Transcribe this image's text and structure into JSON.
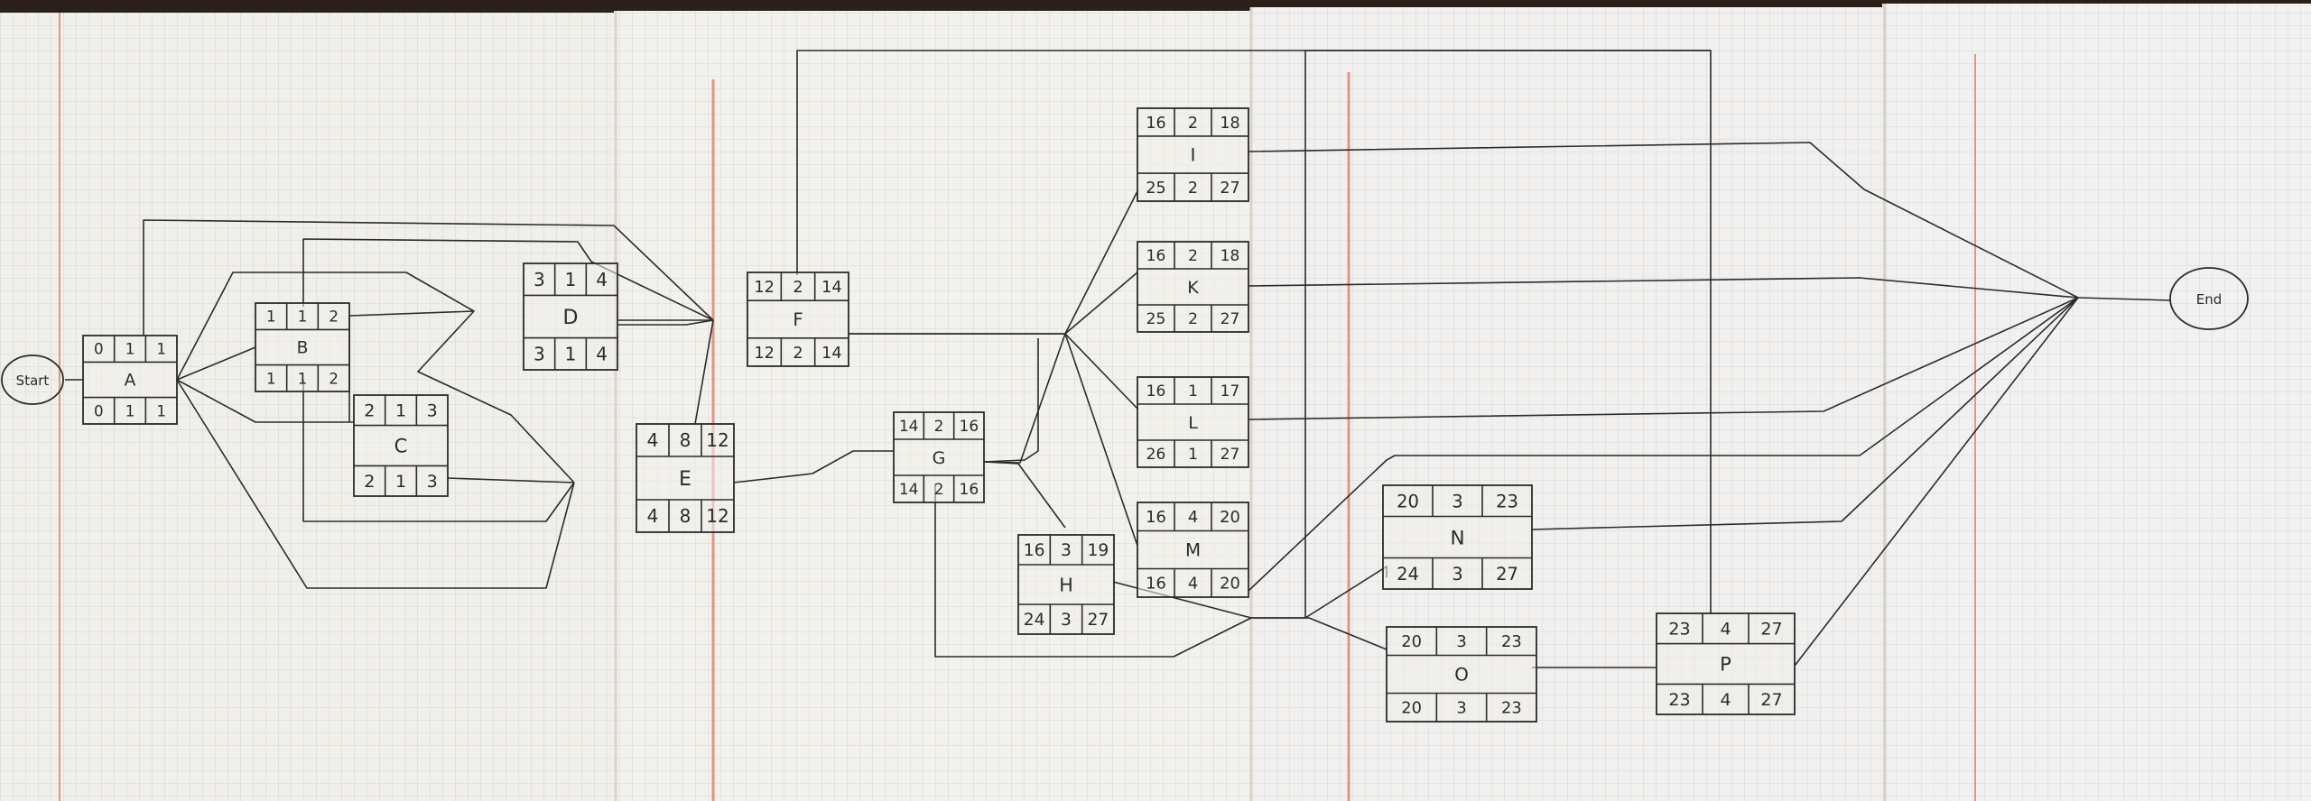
{
  "diagram": {
    "start_label": "Start",
    "end_label": "End",
    "nodes": [
      {
        "id": "A",
        "es": "0",
        "dur": "1",
        "ef": "1",
        "ls": "0",
        "ldur": "1",
        "lf": "1"
      },
      {
        "id": "B",
        "es": "1",
        "dur": "1",
        "ef": "2",
        "ls": "1",
        "ldur": "1",
        "lf": "2"
      },
      {
        "id": "C",
        "es": "2",
        "dur": "1",
        "ef": "3",
        "ls": "2",
        "ldur": "1",
        "lf": "3"
      },
      {
        "id": "D",
        "es": "3",
        "dur": "1",
        "ef": "4",
        "ls": "3",
        "ldur": "1",
        "lf": "4"
      },
      {
        "id": "E",
        "es": "4",
        "dur": "8",
        "ef": "12",
        "ls": "4",
        "ldur": "8",
        "lf": "12"
      },
      {
        "id": "F",
        "es": "12",
        "dur": "2",
        "ef": "14",
        "ls": "12",
        "ldur": "2",
        "lf": "14"
      },
      {
        "id": "G",
        "es": "14",
        "dur": "2",
        "ef": "16",
        "ls": "14",
        "ldur": "2",
        "lf": "16"
      },
      {
        "id": "H",
        "es": "16",
        "dur": "3",
        "ef": "19",
        "ls": "24",
        "ldur": "3",
        "lf": "27"
      },
      {
        "id": "I",
        "es": "16",
        "dur": "2",
        "ef": "18",
        "ls": "25",
        "ldur": "2",
        "lf": "27"
      },
      {
        "id": "K",
        "es": "16",
        "dur": "2",
        "ef": "18",
        "ls": "25",
        "ldur": "2",
        "lf": "27"
      },
      {
        "id": "L",
        "es": "16",
        "dur": "1",
        "ef": "17",
        "ls": "26",
        "ldur": "1",
        "lf": "27"
      },
      {
        "id": "M",
        "es": "16",
        "dur": "4",
        "ef": "20",
        "ls": "16",
        "ldur": "4",
        "lf": "20"
      },
      {
        "id": "N",
        "es": "20",
        "dur": "3",
        "ef": "23",
        "ls": "24",
        "ldur": "3",
        "lf": "27"
      },
      {
        "id": "O",
        "es": "20",
        "dur": "3",
        "ef": "23",
        "ls": "20",
        "ldur": "3",
        "lf": "23"
      },
      {
        "id": "P",
        "es": "23",
        "dur": "4",
        "ef": "27",
        "ls": "23",
        "ldur": "4",
        "lf": "27"
      }
    ],
    "colors": {
      "paper": "#f1efe9",
      "grid": "#c9d0d4",
      "ink": "#2b2b2b",
      "margin_line": "#e0958a",
      "background": "#2a2019"
    }
  }
}
